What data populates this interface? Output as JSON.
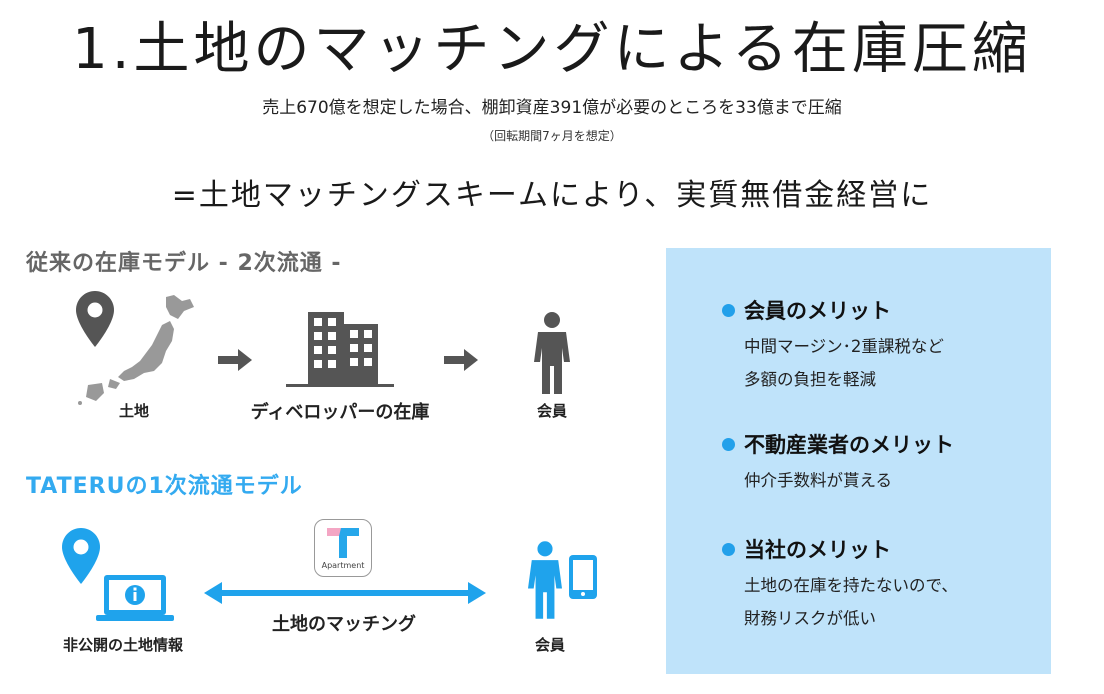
{
  "title": "1.土地のマッチングによる在庫圧縮",
  "subtitle": "売上670億を想定した場合、棚卸資産391億が必要のところを33億まで圧縮",
  "note": "（回転期間7ヶ月を想定）",
  "tagline": "=土地マッチングスキームにより、実質無借金経営に",
  "traditional": {
    "heading": "従来の在庫モデル - 2次流通 -",
    "land_label": "土地",
    "developer_label": "ディベロッパーの在庫",
    "member_label": "会員"
  },
  "tateru": {
    "heading": "TATERUの1次流通モデル",
    "land_info_label": "非公開の土地情報",
    "matching_label": "土地のマッチング",
    "member_label": "会員",
    "app_name": "Apartment",
    "app_letter": "T"
  },
  "benefits": {
    "member": {
      "heading": "会員のメリット",
      "lines": [
        "中間マージン･2重課税など",
        "多額の負担を軽減"
      ]
    },
    "realtor": {
      "heading": "不動産業者のメリット",
      "lines": [
        "仲介手数料が貰える"
      ]
    },
    "company": {
      "heading": "当社のメリット",
      "lines": [
        "土地の在庫を持たないので、",
        "財務リスクが低い"
      ]
    }
  },
  "colors": {
    "accent_blue": "#33aaf0",
    "panel_bg": "#bfe3fa",
    "icon_gray": "#555555",
    "icon_blue": "#1fa3ec"
  },
  "icons": [
    "map-pin-icon",
    "japan-map-icon",
    "arrow-right-icon",
    "building-icon",
    "person-icon",
    "laptop-info-icon",
    "double-arrow-icon",
    "app-icon",
    "smartphone-icon"
  ]
}
